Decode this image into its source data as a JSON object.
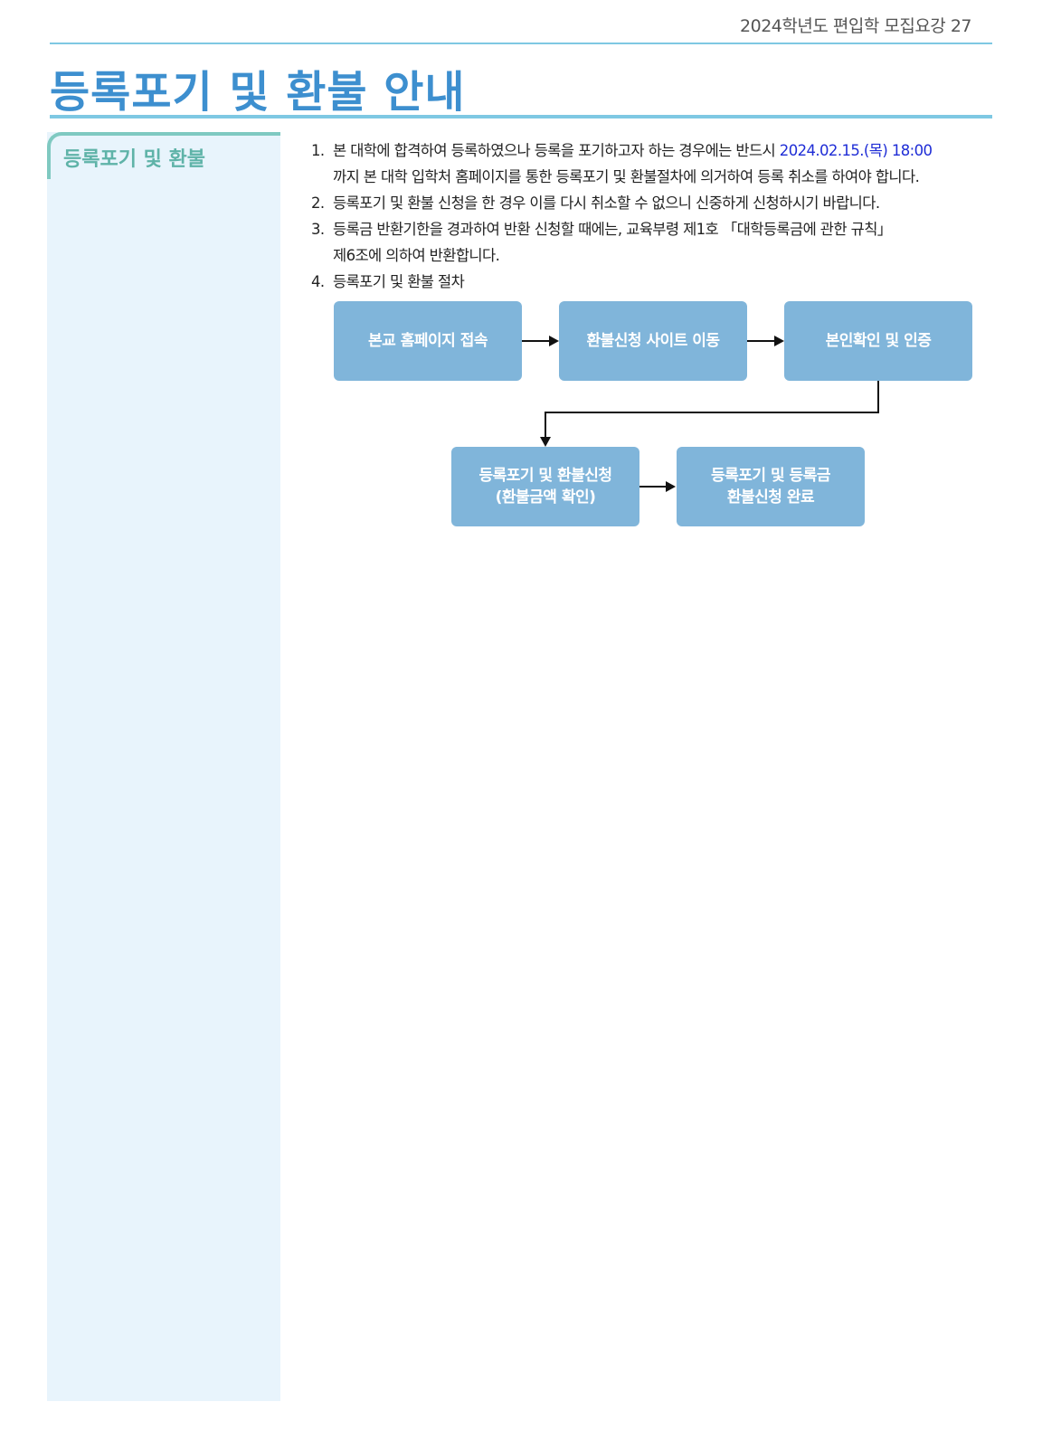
{
  "header": {
    "running_title": "2024학년도 편입학 모집요강 27"
  },
  "page_title": "등록포기 및 환불 안내",
  "sidebar": {
    "section_label": "등록포기 및 환불"
  },
  "content": {
    "items": [
      {
        "num": "1.",
        "text_before": "본 대학에 합격하여 등록하였으나 등록을 포기하고자 하는 경우에는 반드시 ",
        "deadline": "2024.02.15.(목) 18:00",
        "text_after": "까지 본 대학 입학처 홈페이지를 통한 등록포기 및 환불절차에 의거하여 등록 취소를 하여야 합니다."
      },
      {
        "num": "2.",
        "text": "등록포기 및 환불 신청을 한 경우 이를 다시 취소할 수 없으니 신중하게 신청하시기 바랍니다."
      },
      {
        "num": "3.",
        "text_line1": "등록금 반환기한을 경과하여 반환 신청할 때에는, 교육부령 제1호 「대학등록금에 관한 규칙」",
        "text_line2": "제6조에 의하여 반환합니다."
      },
      {
        "num": "4.",
        "text": "등록포기 및 환불 절차"
      }
    ]
  },
  "flow": {
    "steps": [
      {
        "line1": "본교 홈페이지 접속",
        "line2": ""
      },
      {
        "line1": "환불신청 사이트 이동",
        "line2": ""
      },
      {
        "line1": "본인확인 및 인증",
        "line2": ""
      },
      {
        "line1": "등록포기 및 환불신청",
        "line2": "(환불금액 확인)"
      },
      {
        "line1": "등록포기 및 등록금",
        "line2": "환불신청 완료"
      }
    ]
  },
  "colors": {
    "title": "#3d8fcf",
    "rule": "#7ec8e3",
    "sidebar_bg": "#e8f4fc",
    "sidebar_accent": "#7fc9c1",
    "flow_box": "#80b5da",
    "deadline": "#1f2dd6"
  }
}
